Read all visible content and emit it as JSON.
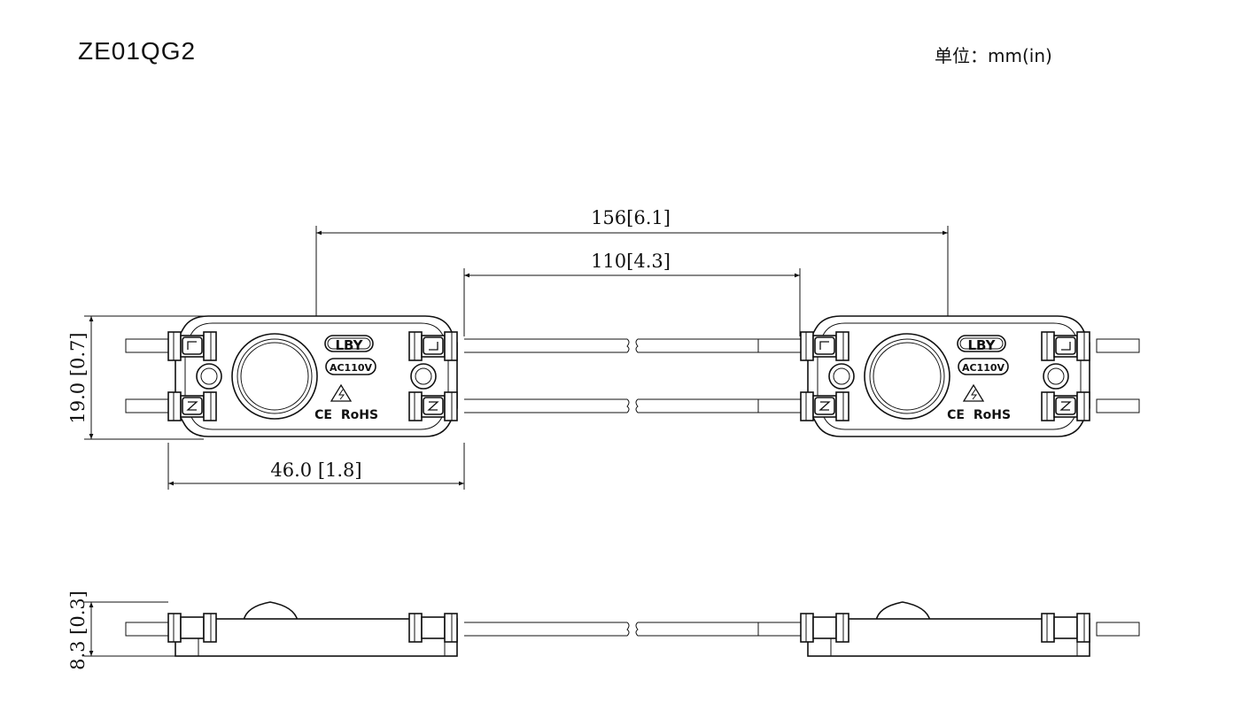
{
  "header": {
    "model": "ZE01QG2",
    "unit_label": "单位：mm(in)"
  },
  "dimensions": {
    "pitch_total": "156[6.1]",
    "pitch_inner": "110[4.3]",
    "module_length": "46.0 [1.8]",
    "module_width": "19.0 [0.7]",
    "module_height": "8.3 [0.3]"
  },
  "module_markings": {
    "brand": "LBY",
    "voltage": "AC110V",
    "certification": "CE",
    "compliance": "RoHS",
    "polarity_l": "L",
    "polarity_n": "N"
  }
}
